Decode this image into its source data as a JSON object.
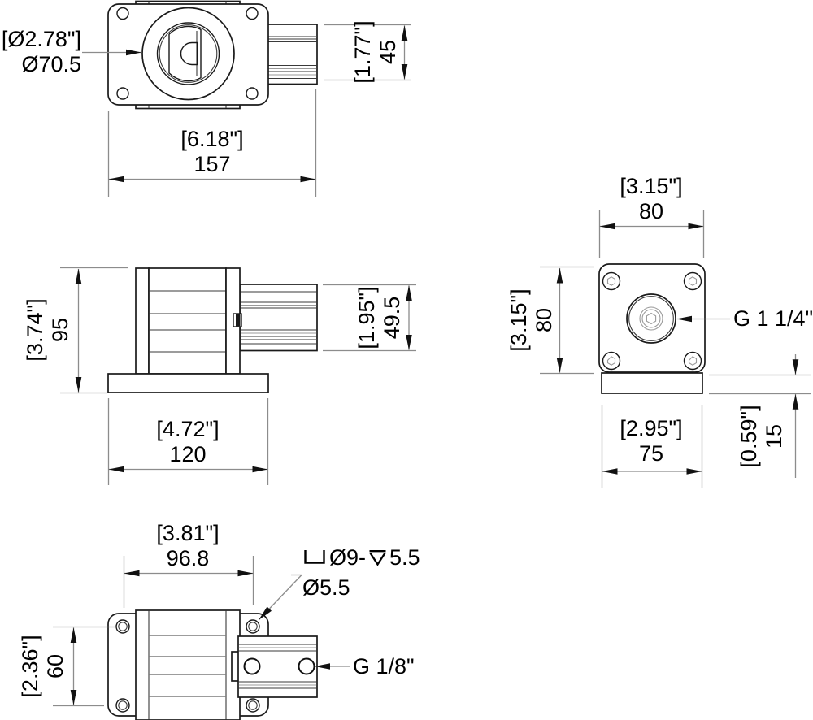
{
  "drawing": {
    "background": "#ffffff",
    "line_color": "#1a1a1a",
    "dim_line_color": "#8c8c8c",
    "text_color": "#000000",
    "views": {
      "top": {
        "bore_dia": {
          "imperial": "[Ø2.78\"]",
          "metric": "Ø70.5"
        },
        "overall_width": {
          "imperial": "[6.18\"]",
          "metric": "157"
        },
        "connector_height": {
          "imperial": "[1.77\"]",
          "metric": "45"
        }
      },
      "front": {
        "overall_height": {
          "imperial": "[3.74\"]",
          "metric": "95"
        },
        "base_width": {
          "imperial": "[4.72\"]",
          "metric": "120"
        },
        "connector_height": {
          "imperial": "[1.95\"]",
          "metric": "49.5"
        }
      },
      "side": {
        "flange_width": {
          "imperial": "[3.15\"]",
          "metric": "80"
        },
        "flange_height": {
          "imperial": "[3.15\"]",
          "metric": "80"
        },
        "port_label": "G 1 1/4\"",
        "base_width": {
          "imperial": "[2.95\"]",
          "metric": "75"
        },
        "base_height": {
          "imperial": "[0.59\"]",
          "metric": "15"
        }
      },
      "bottom": {
        "hole_spacing_x": {
          "imperial": "[3.81\"]",
          "metric": "96.8"
        },
        "hole_spacing_y": {
          "imperial": "[2.36\"]",
          "metric": "60"
        },
        "counterbore_note": {
          "bore_text": "Ø9-",
          "depth_value": "5.5",
          "through_hole": "Ø5.5"
        },
        "port_label": "G 1/8\""
      }
    }
  }
}
